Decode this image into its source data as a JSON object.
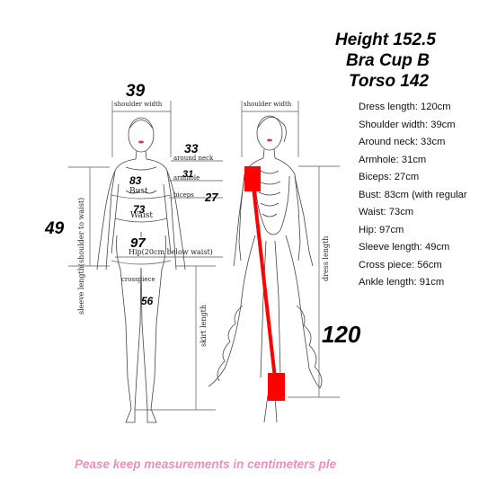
{
  "header": {
    "height": "Height 152.5",
    "bra_cup": "Bra Cup B",
    "torso": "Torso 142"
  },
  "specs": [
    "Dress length: 120cm",
    "Shoulder width: 39cm",
    "Around neck: 33cm",
    "Armhole: 31cm",
    "Biceps: 27cm",
    "Bust: 83cm (with regular",
    "Waist: 73cm",
    "Hip: 97cm",
    "Sleeve length: 49cm",
    "Cross piece: 56cm",
    "Ankle length: 91cm"
  ],
  "left_figure": {
    "shoulder_width_label": "shoulder width",
    "around_neck_label": "around neck",
    "armhole_label": "armhole",
    "biceps_label": "biceps",
    "bust_label": "Bust",
    "waist_label": "Waist",
    "hip_label": "Hip(20cm below waist)",
    "crosspiece_label": "crosspiece",
    "sleeve_length_label": "sleeve length(shoulder to waist)",
    "skirt_length_label": "skirt length"
  },
  "right_figure": {
    "shoulder_width_label": "shoulder width",
    "dress_length_label": "dress length"
  },
  "values": {
    "shoulder": "39",
    "neck": "33",
    "armhole": "31",
    "biceps": "27",
    "bust": "83",
    "waist": "73",
    "hip": "97",
    "crosspiece": "56",
    "sleeve": "49",
    "dress": "120"
  },
  "footer": "Pease keep measurements in centimeters ple",
  "colors": {
    "marker": "#ff0000",
    "footer": "#ea8fc3",
    "lines": "#555555"
  }
}
